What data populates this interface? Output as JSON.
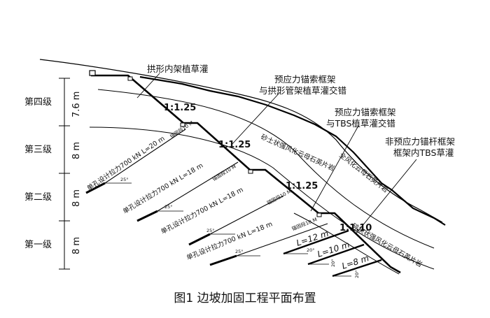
{
  "levels": {
    "fourth": "第四级",
    "third": "第三级",
    "second": "第二级",
    "first": "第一级"
  },
  "heights": {
    "fourth": "7.6 m",
    "third": "8 m",
    "second": "8 m",
    "first": "8 m"
  },
  "callouts": {
    "arch_frame": "拱形内架植草灌",
    "prestress_arch_line1": "预应力锚索框架",
    "prestress_arch_line2": "与拱形管架植草灌交错",
    "prestress_tbs_line1": "预应力锚索框架",
    "prestress_tbs_line2": "与TBS植草灌交错",
    "nonprestress_line1": "非预应力锚杆框架",
    "nonprestress_line2": "框架内TBS草灌"
  },
  "slope_ratios": {
    "fourth": "1:1.25",
    "third": "1:1.25",
    "second": "1:1.25",
    "first": "1:1.10"
  },
  "anchors": [
    {
      "main": "单孔设计拉力700 kN L=20 m",
      "seg": "锚固段10 M",
      "angle": "25°"
    },
    {
      "main": "单孔设计拉力700 kN L=18 m",
      "seg": "锚固段10 M",
      "angle": "25°"
    },
    {
      "main": "单孔设计拉力700 kN L=18 m",
      "seg": "锚固段10 M",
      "angle": "25°"
    },
    {
      "main": "单孔设计拉力700 kN L=18 m",
      "seg": "锚固段10 M",
      "angle": "25°"
    }
  ],
  "bolts": [
    {
      "length": "L=12 m",
      "angle": "20°"
    },
    {
      "length": "L=10 m",
      "angle": "20°"
    },
    {
      "length": "L=8 m",
      "angle": "20°"
    }
  ],
  "strata": {
    "upper": "砂土状强风化云母石英片岩",
    "middle": "全风化云母石英片岩",
    "lower": "碎块状强风化云母石英片岩"
  },
  "caption": "图1   边坡加固工程平面布置"
}
